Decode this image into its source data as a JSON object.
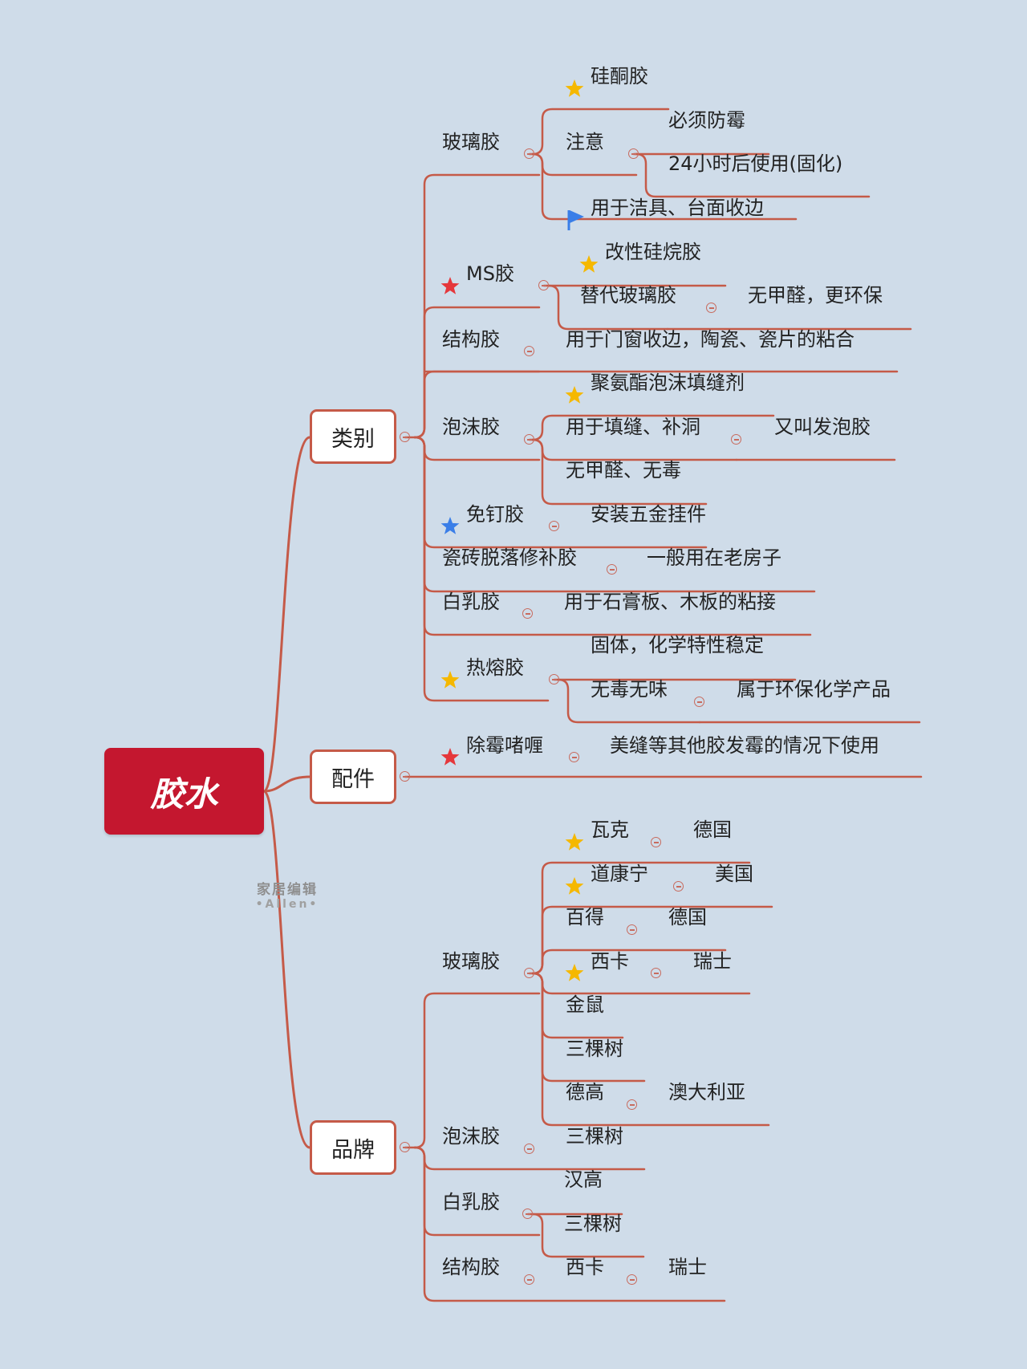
{
  "colors": {
    "line": "#c55a48",
    "root_fill": "#c4172f",
    "background": "#cfdce9",
    "star_gold": "#f5b800",
    "star_red": "#e5373b",
    "star_blue": "#3a7ee8",
    "flag_blue": "#3a7ee8"
  },
  "root": {
    "label": "胶水"
  },
  "categories": {
    "label": "类别",
    "glass": {
      "label": "玻璃胶",
      "silicone": "硅酮胶",
      "note": "注意",
      "note_mildew": "必须防霉",
      "note_cure": "24小时后使用(固化)",
      "usage": "用于洁具、台面收边"
    },
    "ms": {
      "label": "MS胶",
      "modified": "改性硅烷胶",
      "replace": "替代玻璃胶",
      "replace_note": "无甲醛，更环保"
    },
    "structural": {
      "label": "结构胶",
      "usage": "用于门窗收边，陶瓷、瓷片的粘合"
    },
    "foam": {
      "label": "泡沫胶",
      "pu": "聚氨酯泡沫填缝剂",
      "fill": "用于填缝、补洞",
      "fill_alias": "又叫发泡胶",
      "safe": "无甲醛、无毒"
    },
    "nail_free": {
      "label": "免钉胶",
      "usage": "安装五金挂件"
    },
    "tile_repair": {
      "label": "瓷砖脱落修补胶",
      "usage": "一般用在老房子"
    },
    "white_latex": {
      "label": "白乳胶",
      "usage": "用于石膏板、木板的粘接"
    },
    "hot_melt": {
      "label": "热熔胶",
      "solid": "固体，化学特性稳定",
      "nontoxic": "无毒无味",
      "eco": "属于环保化学产品"
    }
  },
  "accessories": {
    "label": "配件",
    "mildew_remover": "除霉啫喱",
    "usage": "美缝等其他胶发霉的情况下使用"
  },
  "brands": {
    "label": "品牌",
    "glass": {
      "label": "玻璃胶",
      "wacker": "瓦克",
      "wacker_country": "德国",
      "dowcorning": "道康宁",
      "dowcorning_country": "美国",
      "bostik": "百得",
      "bostik_country": "德国",
      "sika": "西卡",
      "sika_country": "瑞士",
      "jinshu": "金鼠",
      "sankeshu": "三棵树",
      "davco": "德高",
      "davco_country": "澳大利亚"
    },
    "foam": {
      "label": "泡沫胶",
      "brand": "三棵树"
    },
    "white_latex": {
      "label": "白乳胶",
      "henkel": "汉高",
      "sankeshu": "三棵树"
    },
    "structural": {
      "label": "结构胶",
      "brand": "西卡",
      "country": "瑞士"
    }
  },
  "watermark": {
    "line1": "家居编辑",
    "line2": "•Allen•"
  }
}
